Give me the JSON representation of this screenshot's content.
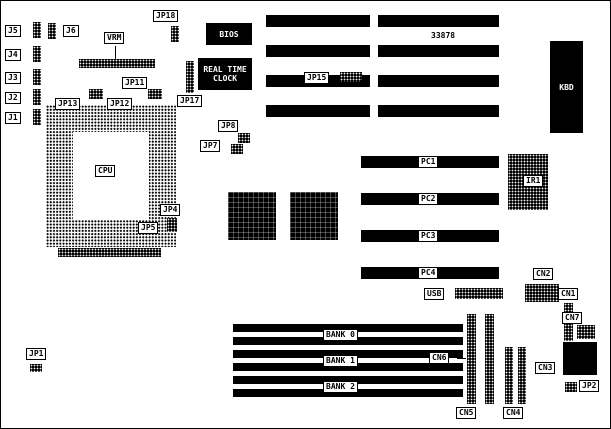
{
  "diagram": {
    "type": "motherboard-jumper-diagram",
    "background_color": "#ffffff",
    "ink_color": "#000000"
  },
  "jumpers": {
    "j1": "J1",
    "j2": "J2",
    "j3": "J3",
    "j4": "J4",
    "j5": "J5",
    "j6": "J6",
    "jp1": "JP1",
    "jp2": "JP2",
    "jp4": "JP4",
    "jp5": "JP5",
    "jp7": "JP7",
    "jp8": "JP8",
    "jp11": "JP11",
    "jp12": "JP12",
    "jp13": "JP13",
    "jp15": "JP15",
    "jp17": "JP17",
    "jp18": "JP18"
  },
  "chips": {
    "vrm": "VRM",
    "bios": "BIOS",
    "rtc_line1": "REAL TIME",
    "rtc_line2": "CLOCK",
    "cpu": "CPU",
    "kbd": "KBD",
    "ir1": "IR1",
    "part_number": "33878"
  },
  "slots": {
    "pc1": "PC1",
    "pc2": "PC2",
    "pc3": "PC3",
    "pc4": "PC4",
    "usb": "USB"
  },
  "memory": {
    "bank0": "BANK 0",
    "bank1": "BANK 1",
    "bank2": "BANK 2"
  },
  "connectors": {
    "cn1": "CN1",
    "cn2": "CN2",
    "cn3": "CN3",
    "cn4": "CN4",
    "cn5": "CN5",
    "cn6": "CN6",
    "cn7": "CN7"
  }
}
